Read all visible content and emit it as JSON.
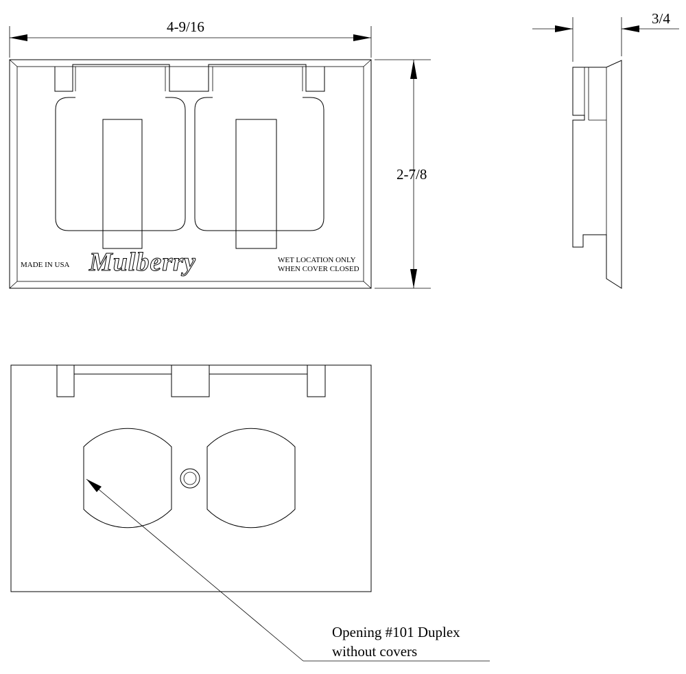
{
  "front_view": {
    "width_dimension": "4-9/16",
    "height_dimension": "2-7/8",
    "made_in_label": "MADE IN USA",
    "brand_logo": "Mulberry",
    "wet_location_line1": "WET LOCATION ONLY",
    "wet_location_line2": "WHEN COVER CLOSED"
  },
  "side_view": {
    "depth_dimension": "3/4"
  },
  "opening_view": {
    "callout_line1": "Opening #101 Duplex",
    "callout_line2": "without covers"
  }
}
